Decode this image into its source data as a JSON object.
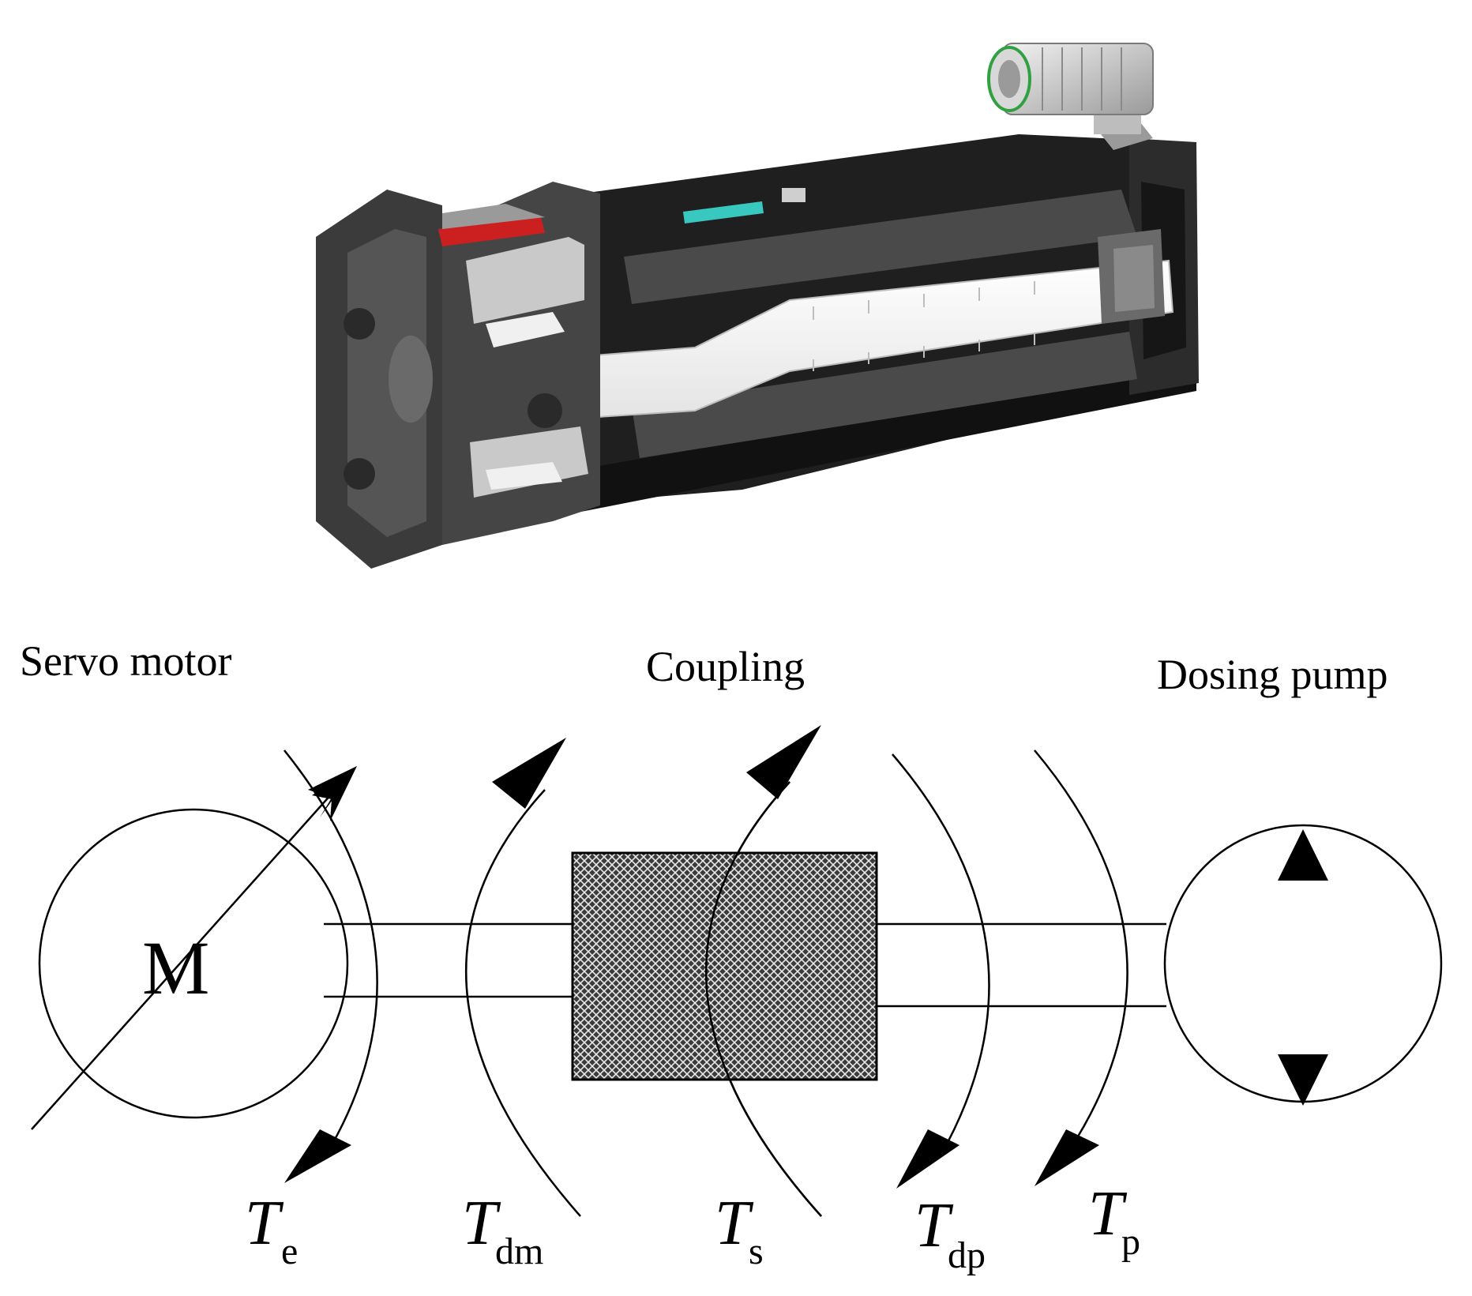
{
  "labels": {
    "servo_motor": "Servo motor",
    "coupling": "Coupling",
    "dosing_pump": "Dosing pump",
    "motor_symbol": "M"
  },
  "torques": [
    {
      "base": "T",
      "sub": "e"
    },
    {
      "base": "T",
      "sub": "dm"
    },
    {
      "base": "T",
      "sub": "s"
    },
    {
      "base": "T",
      "sub": "dp"
    },
    {
      "base": "T",
      "sub": "p"
    }
  ],
  "colors": {
    "line": "#000000",
    "housing_dark": "#3a3a3a",
    "housing_black": "#1a1a1a",
    "shaft_white": "#f4f4f4",
    "red_part": "#cc2020",
    "cyan_part": "#38c8c0",
    "coupling_fill": "#555555"
  }
}
